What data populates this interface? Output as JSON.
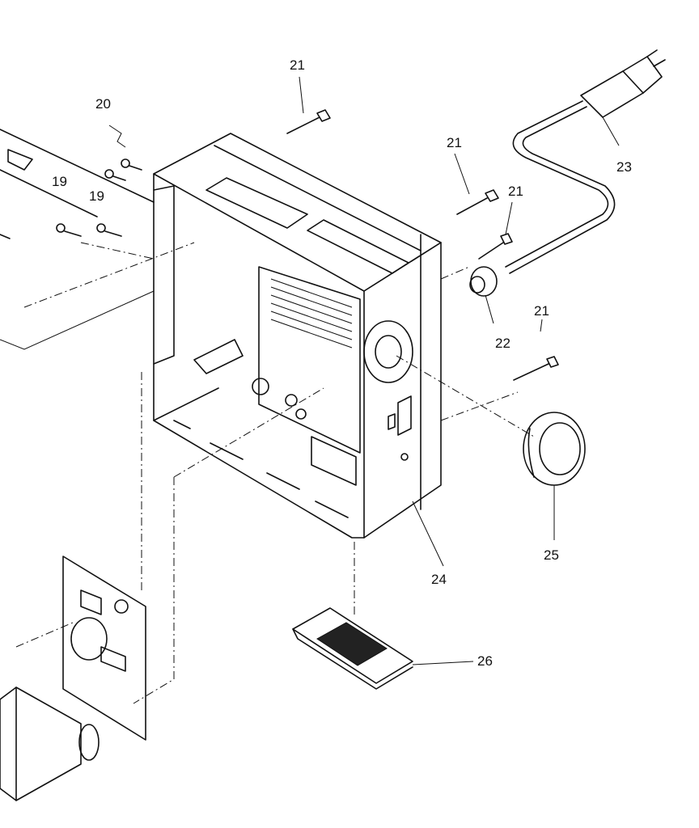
{
  "callouts": {
    "c19a": "19",
    "c19b": "19",
    "c20": "20",
    "c21a": "21",
    "c21b": "21",
    "c21c": "21",
    "c21d": "21",
    "c22": "22",
    "c23": "23",
    "c24": "24",
    "c25": "25",
    "c26": "26"
  },
  "colors": {
    "line": "#111111",
    "background": "#ffffff"
  }
}
